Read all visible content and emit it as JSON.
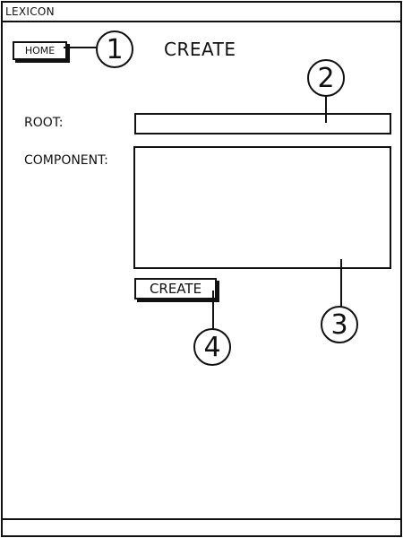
{
  "window": {
    "title": "LEXICON"
  },
  "header": {
    "home_label": "HOME",
    "page_title": "CREATE"
  },
  "form": {
    "root_label": "ROOT:",
    "root_value": "",
    "component_label": "COMPONENT:",
    "component_value": "",
    "create_label": "CREATE"
  },
  "annotations": {
    "one": "1",
    "two": "2",
    "three": "3",
    "four": "4"
  }
}
